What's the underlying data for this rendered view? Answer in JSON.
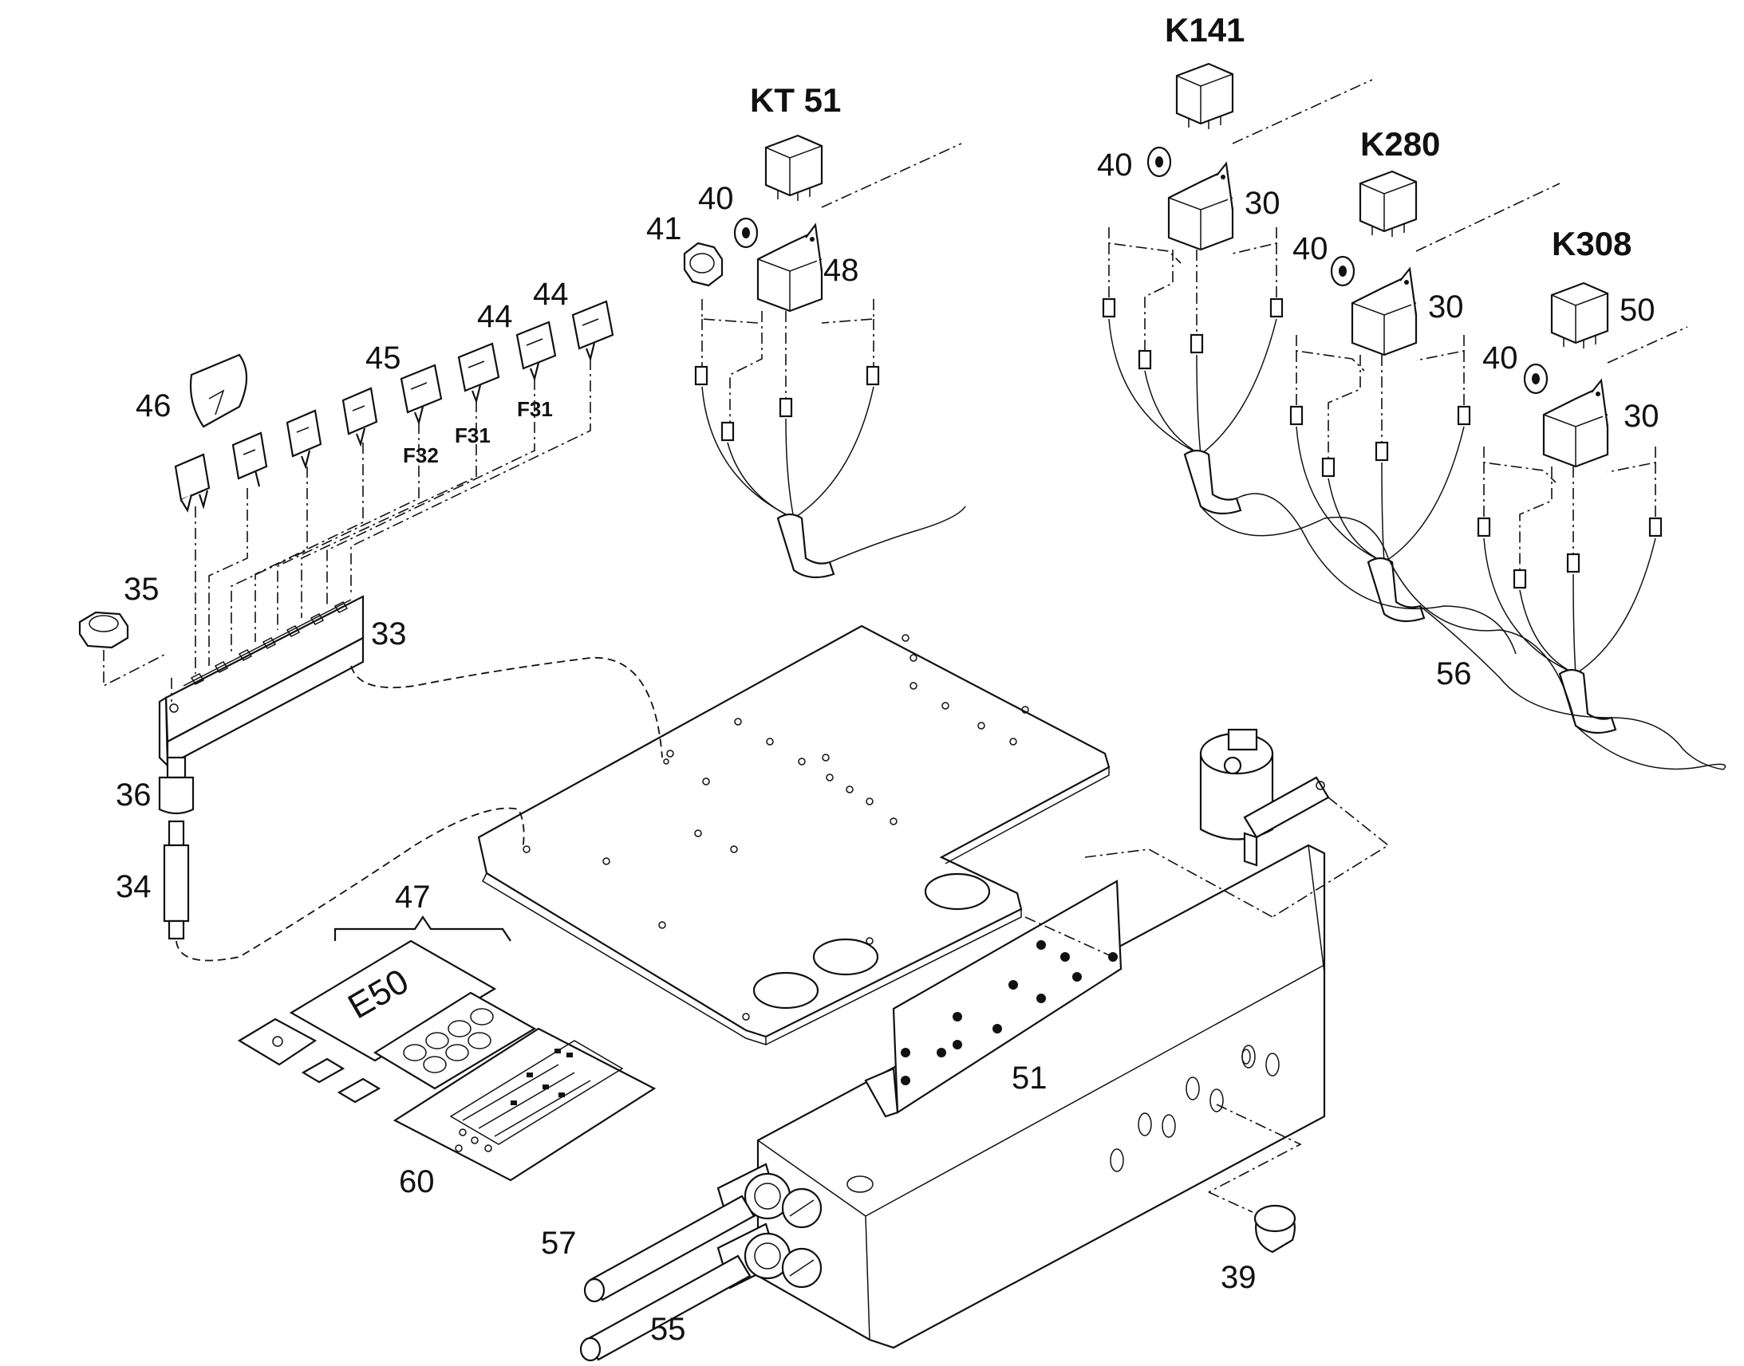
{
  "callouts": {
    "kt51": "KT 51",
    "k141": "K141",
    "k280": "K280",
    "k308": "K308",
    "n30a": "30",
    "n30b": "30",
    "n30c": "30",
    "n33": "33",
    "n34": "34",
    "n35": "35",
    "n36": "36",
    "n39": "39",
    "n40a": "40",
    "n40b": "40",
    "n40c": "40",
    "n40d": "40",
    "n41": "41",
    "n44a": "44",
    "n44b": "44",
    "n45": "45",
    "n46": "46",
    "n47": "47",
    "n48": "48",
    "n50": "50",
    "n51": "51",
    "n55": "55",
    "n56": "56",
    "n57": "57",
    "n60": "60",
    "f31a": "F31",
    "f31b": "F31",
    "f32": "F32"
  },
  "panel_labels": {
    "e50": "E50"
  }
}
